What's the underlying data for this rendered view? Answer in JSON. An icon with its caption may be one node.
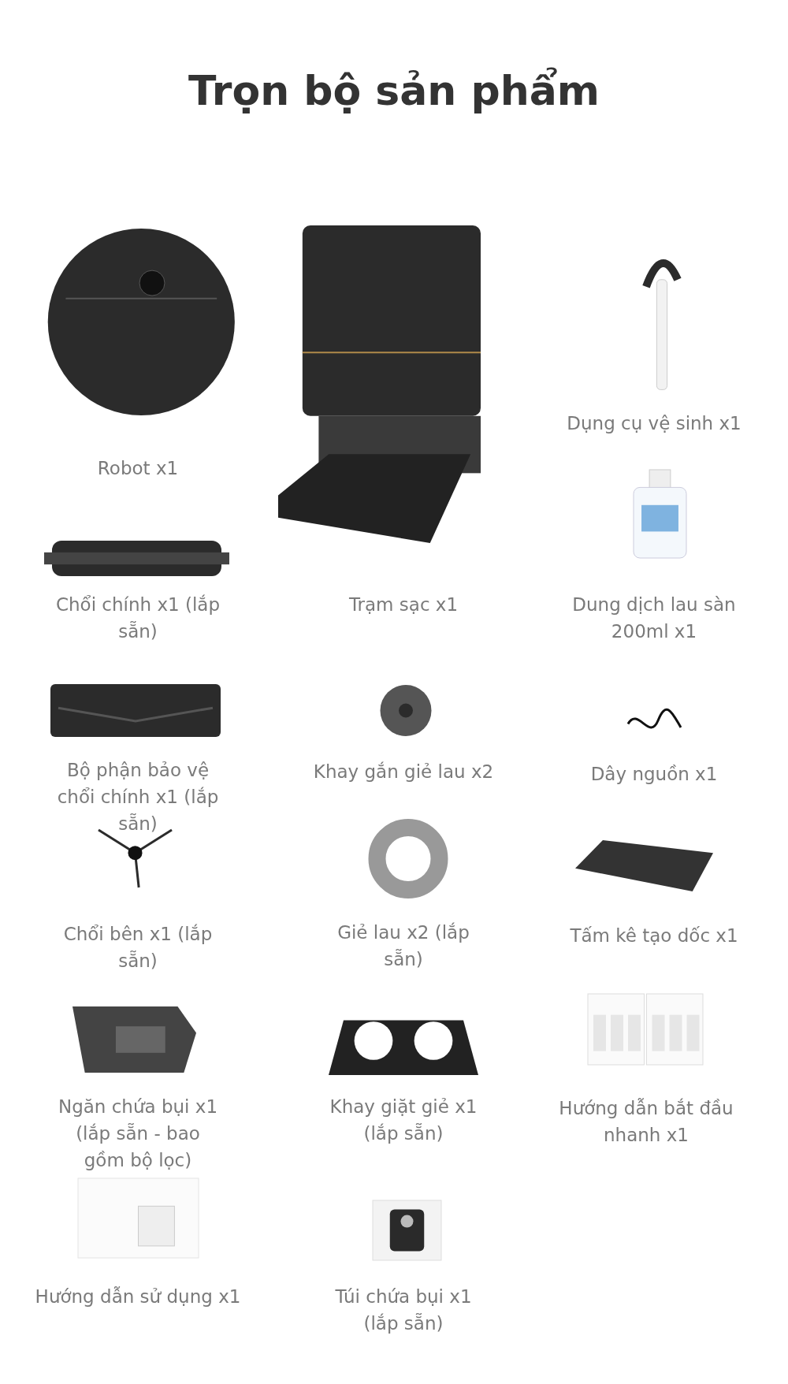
{
  "diagram": {
    "title": "Trọn bộ sản phẩm",
    "labels": [
      "Robot x1",
      "Dụng cụ vệ sinh x1",
      "Chổi chính x1 (lắp sẵn)",
      "Trạm sạc x1",
      "Dung dịch lau sàn 200ml x1",
      "Bộ phận bảo vệ chổi chính x1 (lắp sẵn)",
      "Khay gắn giẻ lau x2",
      "Dây nguồn x1",
      "Chổi bên x1 (lắp sẵn)",
      "Giẻ lau x2 (lắp sẵn)",
      "Tấm kê tạo dốc x1",
      "Ngăn chứa bụi x1 (lắp sẵn - bao gồm bộ lọc)",
      "Khay giặt giẻ x1 (lắp sẵn)",
      "Hướng dẫn bắt đầu nhanh x1",
      "Hướng dẫn sử dụng x1",
      "Túi chứa bụi x1 (lắp sẵn)"
    ]
  }
}
